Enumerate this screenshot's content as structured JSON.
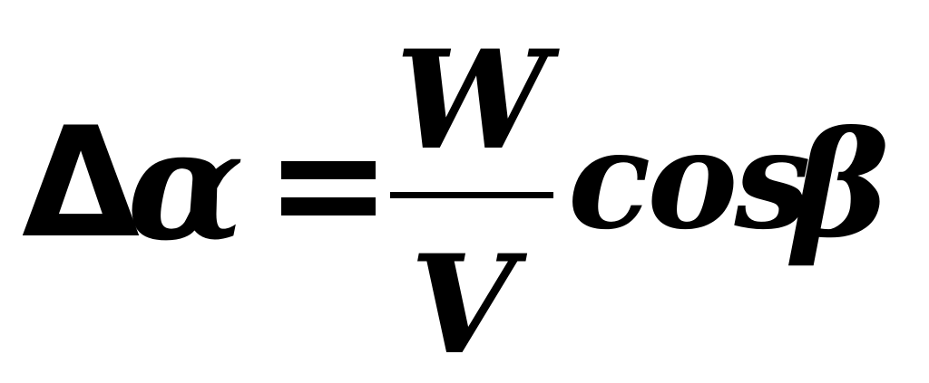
{
  "equation": {
    "lhs_delta": "Δ",
    "lhs_symbol": "α",
    "operator": "=",
    "fraction": {
      "numerator": "W",
      "denominator": "V"
    },
    "function": "cos",
    "argument": "β"
  }
}
